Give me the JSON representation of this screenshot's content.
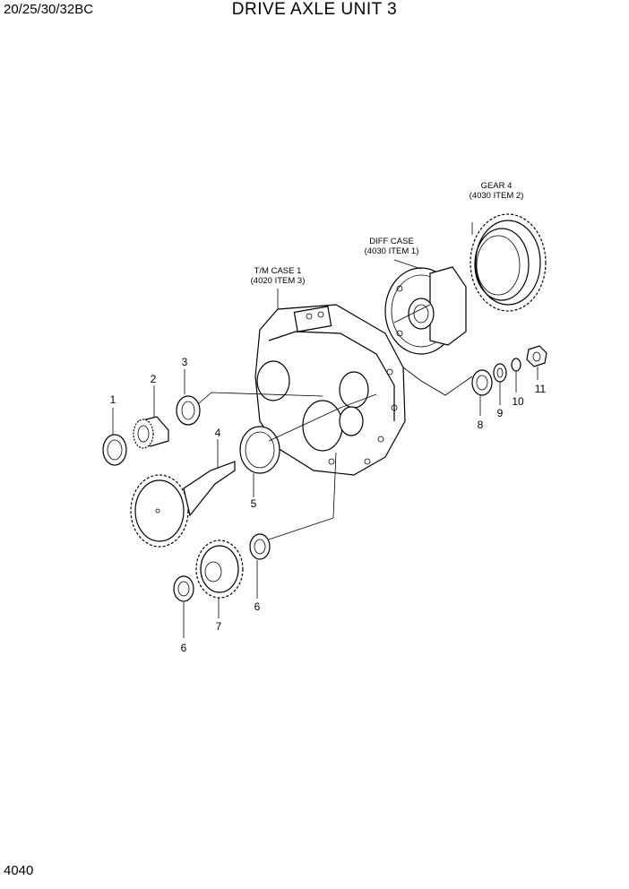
{
  "header": {
    "model": "20/25/30/32BC",
    "title": "DRIVE AXLE UNIT 3"
  },
  "footer": {
    "page_number": "4040"
  },
  "references": {
    "gear4": {
      "name": "GEAR 4",
      "item": "(4030 ITEM 2)"
    },
    "diff_case": {
      "name": "DIFF CASE",
      "item": "(4030 ITEM 1)"
    },
    "tm_case": {
      "name": "T/M CASE 1",
      "item": "(4020 ITEM 3)"
    }
  },
  "callouts": [
    "1",
    "2",
    "3",
    "4",
    "5",
    "6",
    "6",
    "7",
    "8",
    "9",
    "10",
    "11"
  ]
}
